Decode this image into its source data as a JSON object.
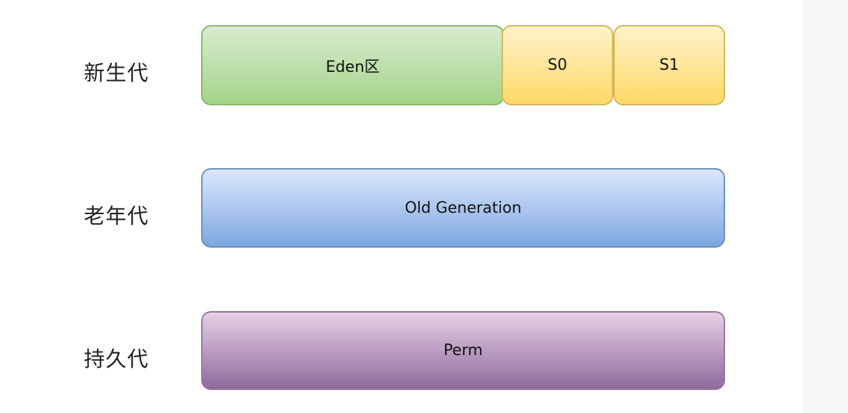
{
  "rows": {
    "young": {
      "label": "新生代",
      "eden": "Eden区",
      "s0": "S0",
      "s1": "S1"
    },
    "old": {
      "label": "老年代",
      "box": "Old Generation"
    },
    "perm": {
      "label": "持久代",
      "box": "Perm"
    }
  },
  "colors": {
    "eden_fill": "#a3d48a",
    "survivor_fill": "#ffd966",
    "old_fill": "#7ea6e0",
    "perm_fill": "#8f6a9e"
  }
}
